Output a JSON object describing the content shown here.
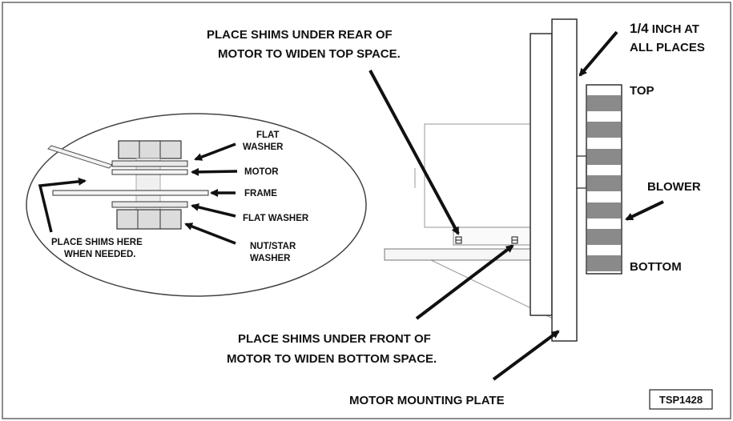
{
  "callouts": {
    "shims_rear_1": "PLACE SHIMS UNDER REAR OF",
    "shims_rear_2": "MOTOR TO WIDEN TOP SPACE.",
    "quarter_inch_bold": "1/4",
    "quarter_inch_rest": " INCH AT",
    "all_places": "ALL PLACES",
    "top": "TOP",
    "blower": "BLOWER",
    "bottom": "BOTTOM",
    "shims_front_1": "PLACE SHIMS UNDER FRONT OF",
    "shims_front_2": "MOTOR TO WIDEN BOTTOM SPACE.",
    "motor_mounting_plate": "MOTOR MOUNTING PLATE",
    "figure_id": "TSP1428"
  },
  "detail": {
    "flat_washer_top_1": "FLAT",
    "flat_washer_top_2": "WASHER",
    "motor": "MOTOR",
    "frame": "FRAME",
    "flat_washer_bottom": "FLAT WASHER",
    "nut_star_1": "NUT/STAR",
    "nut_star_2": "WASHER",
    "shims_here_1": "PLACE SHIMS HERE",
    "shims_here_2": "WHEN NEEDED."
  },
  "colors": {
    "ink": "#111111",
    "blade_fill": "#8a8a8a",
    "part_fill": "#f4f4f4",
    "bolt_fill": "#dcdcdc",
    "border": "#666666"
  }
}
